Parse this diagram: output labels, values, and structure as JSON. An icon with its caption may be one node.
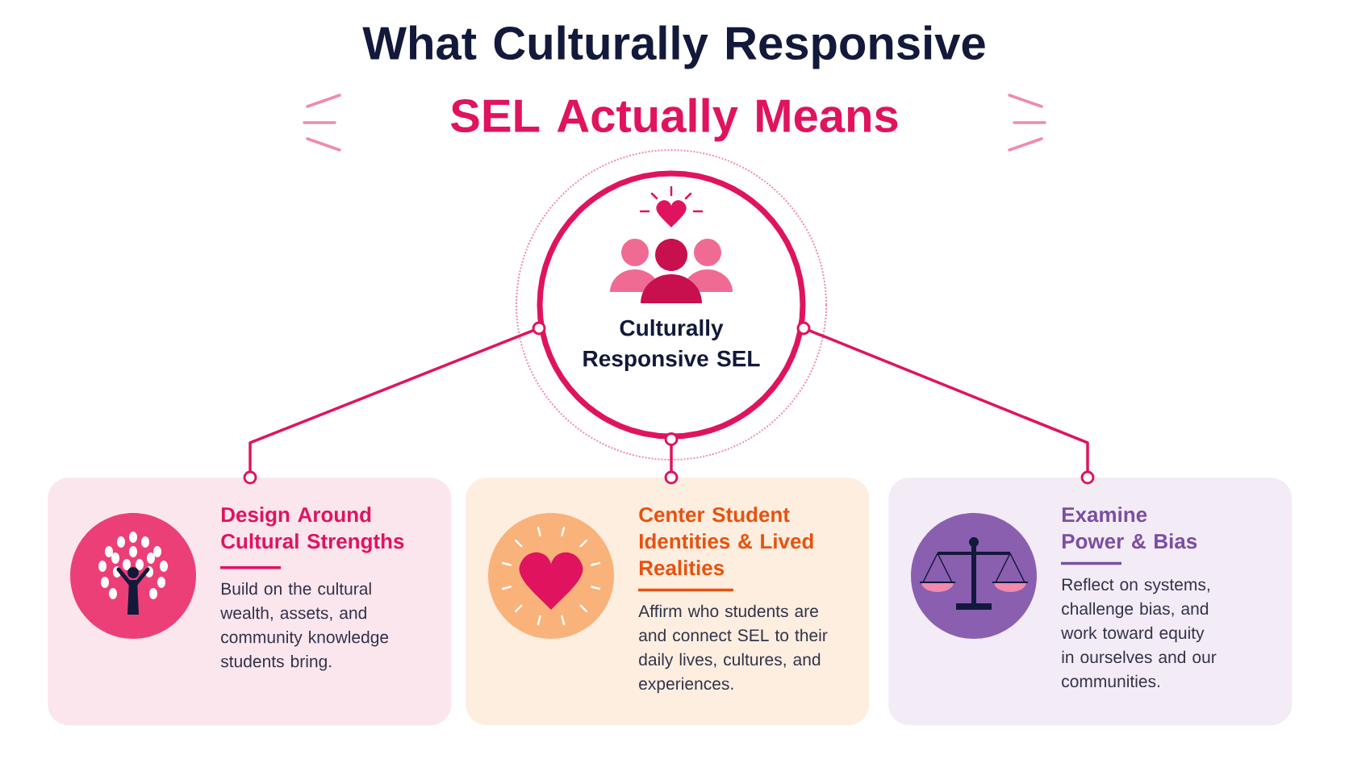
{
  "diagram": {
    "title": "What Culturally Responsive **SEL Actually Means**",
    "nodes": [
      {
        "text": [
          "Culturally Responsive SEL"
        ]
      },
      {
        "text": [
          "Design Around Cultural Strengths",
          "Build on the cultural wealth, assets, and community knowledge students bring."
        ]
      },
      {
        "text": [
          "Center Student Identities & Lived Realities",
          "Affirm who students are and connect SEL to their daily lives, cultures, and experiences."
        ]
      },
      {
        "text": [
          "Examine Power & Bias",
          "Reflect on systems, challenge bias, and work toward equity in ourselves and our communities."
        ]
      }
    ],
    "edges": [
      {
        "from": 0,
        "to": 1,
        "arrow": "other"
      },
      {
        "from": 0,
        "to": 2,
        "arrow": "other"
      },
      {
        "from": 0,
        "to": 3,
        "arrow": "other"
      }
    ]
  }
}
